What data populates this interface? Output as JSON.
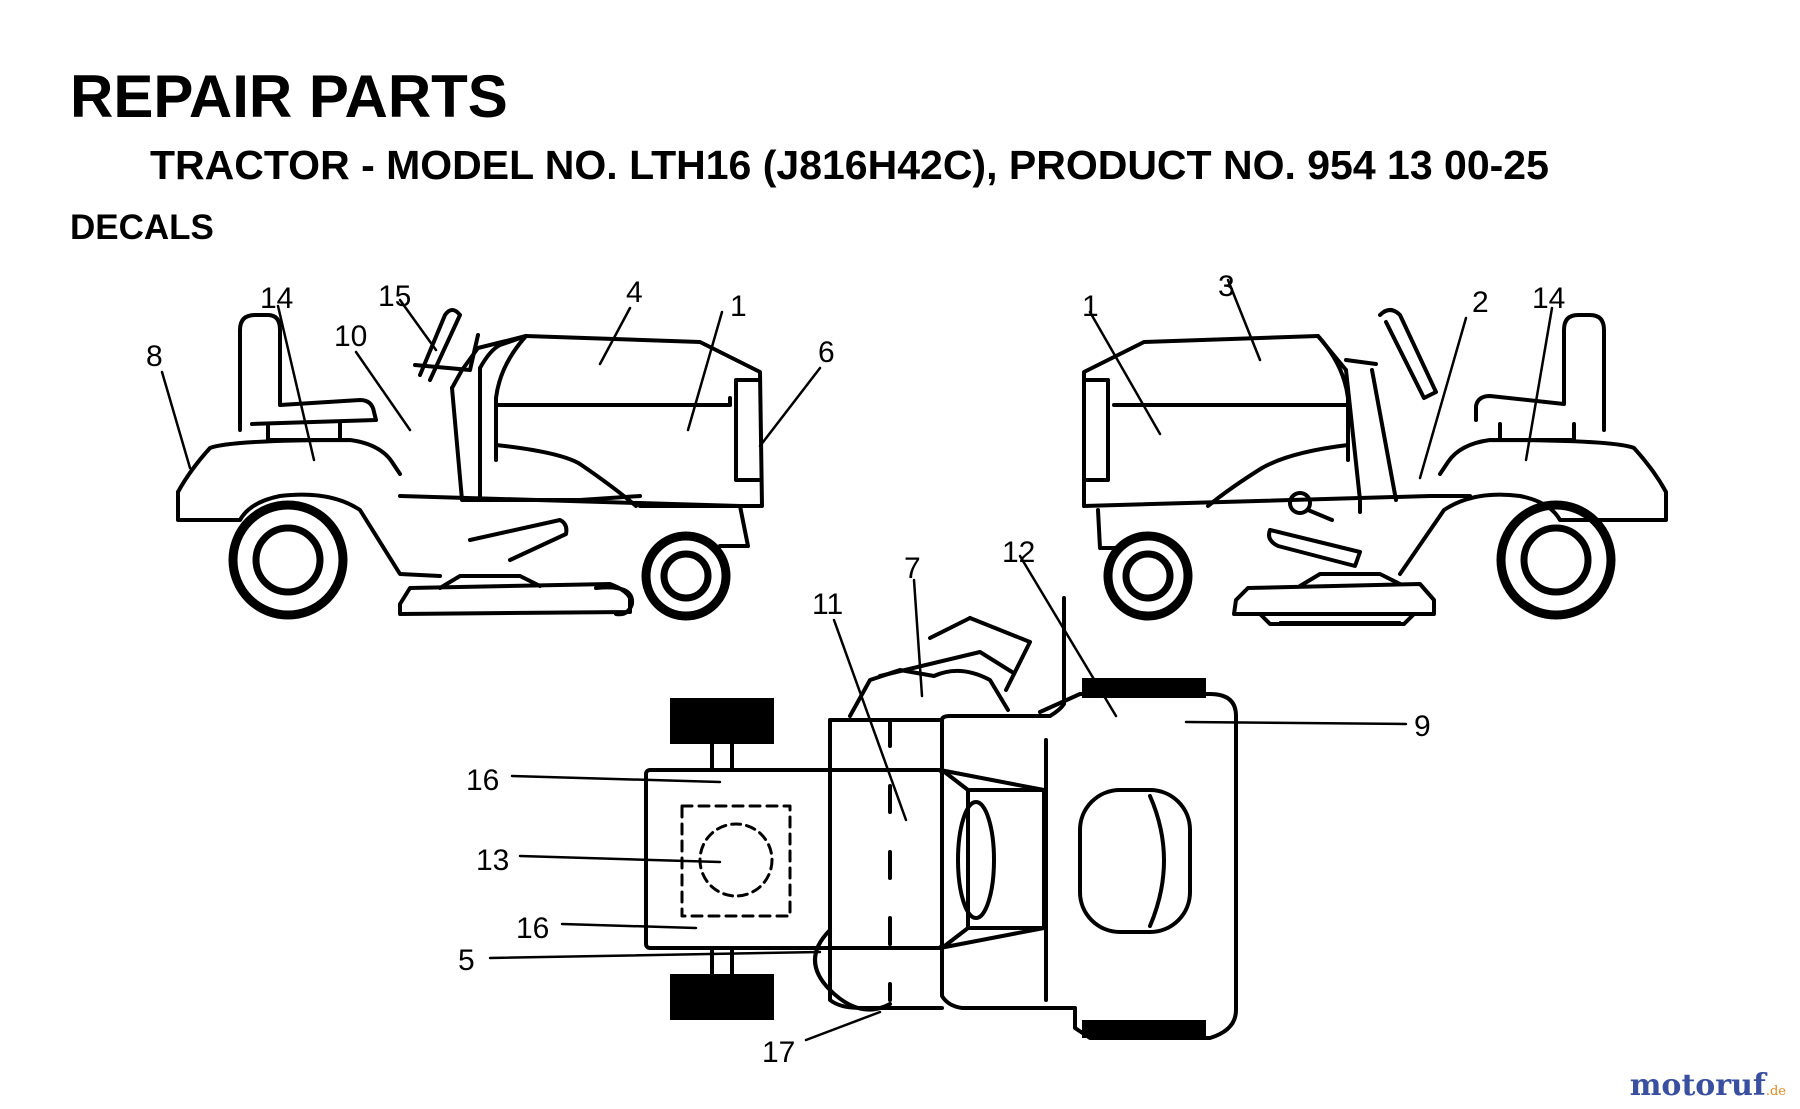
{
  "header": {
    "title": "REPAIR PARTS",
    "subtitle": "TRACTOR - MODEL NO. LTH16 (J816H42C),  PRODUCT NO. 954 13 00-25",
    "section": "DECALS"
  },
  "callouts": {
    "left_view": [
      "8",
      "14",
      "15",
      "10",
      "4",
      "1",
      "6"
    ],
    "right_view": [
      "1",
      "3",
      "2",
      "14"
    ],
    "top_view": [
      "7",
      "12",
      "11",
      "9",
      "16",
      "13",
      "16",
      "5",
      "17"
    ]
  },
  "watermark": {
    "logo": "motoruf",
    "tld": ".de"
  },
  "colors": {
    "line": "#000000",
    "background": "#ffffff"
  }
}
